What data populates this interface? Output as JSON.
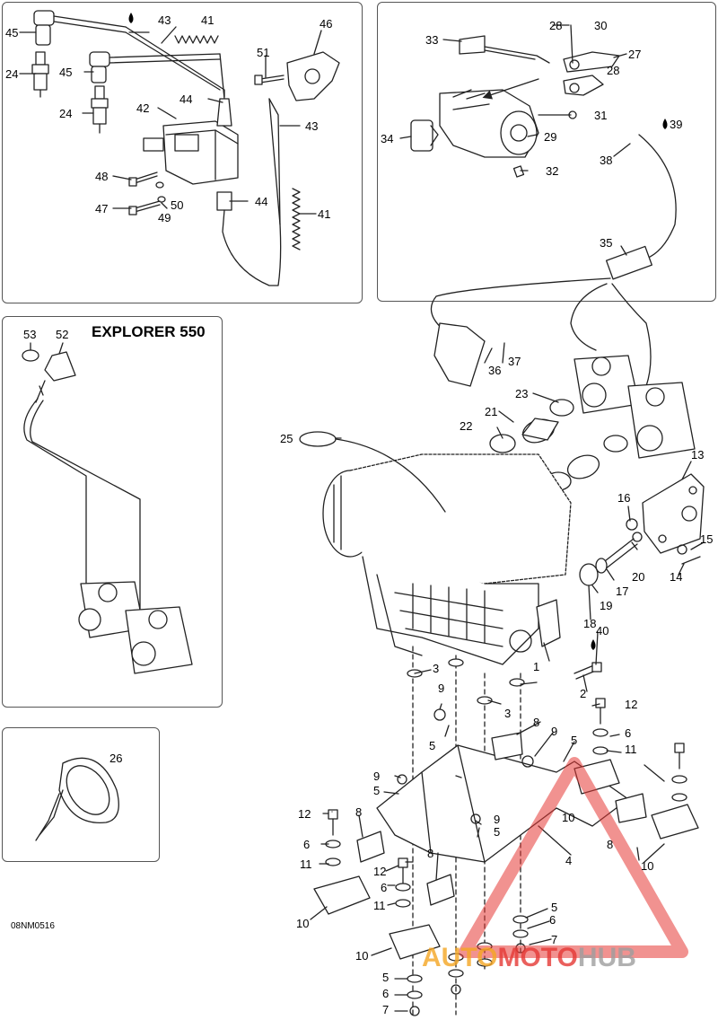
{
  "panels": {
    "explorer_title": "EXPLORER 550",
    "figure_code": "08NM0516"
  },
  "watermark": {
    "part1": "AUTO",
    "part2": "MOTO",
    "part3": "HUB",
    "color_orange": "#f5a623",
    "color_red": "#e53935",
    "color_gray": "#9e9e9e"
  },
  "callouts": [
    {
      "id": "c45a",
      "text": "45"
    },
    {
      "id": "c43a",
      "text": "43"
    },
    {
      "id": "c41a",
      "text": "41"
    },
    {
      "id": "c46",
      "text": "46"
    },
    {
      "id": "c24a",
      "text": "24"
    },
    {
      "id": "c45b",
      "text": "45"
    },
    {
      "id": "c51",
      "text": "51"
    },
    {
      "id": "c24b",
      "text": "24"
    },
    {
      "id": "c44a",
      "text": "44"
    },
    {
      "id": "c42",
      "text": "42"
    },
    {
      "id": "c43b",
      "text": "43"
    },
    {
      "id": "c48",
      "text": "48"
    },
    {
      "id": "c50",
      "text": "50"
    },
    {
      "id": "c47",
      "text": "47"
    },
    {
      "id": "c49",
      "text": "49"
    },
    {
      "id": "c44b",
      "text": "44"
    },
    {
      "id": "c41b",
      "text": "41"
    },
    {
      "id": "c28a",
      "text": "28"
    },
    {
      "id": "c30",
      "text": "30"
    },
    {
      "id": "c33",
      "text": "33"
    },
    {
      "id": "c27",
      "text": "27"
    },
    {
      "id": "c28b",
      "text": "28"
    },
    {
      "id": "c31",
      "text": "31"
    },
    {
      "id": "c34",
      "text": "34"
    },
    {
      "id": "c29",
      "text": "29"
    },
    {
      "id": "c39",
      "text": "39"
    },
    {
      "id": "c38",
      "text": "38"
    },
    {
      "id": "c32",
      "text": "32"
    },
    {
      "id": "c35",
      "text": "35"
    },
    {
      "id": "c53",
      "text": "53"
    },
    {
      "id": "c52",
      "text": "52"
    },
    {
      "id": "c36",
      "text": "36"
    },
    {
      "id": "c37",
      "text": "37"
    },
    {
      "id": "c23",
      "text": "23"
    },
    {
      "id": "c21",
      "text": "21"
    },
    {
      "id": "c22",
      "text": "22"
    },
    {
      "id": "c25",
      "text": "25"
    },
    {
      "id": "c13",
      "text": "13"
    },
    {
      "id": "c16",
      "text": "16"
    },
    {
      "id": "c15",
      "text": "15"
    },
    {
      "id": "c20",
      "text": "20"
    },
    {
      "id": "c14",
      "text": "14"
    },
    {
      "id": "c17",
      "text": "17"
    },
    {
      "id": "c19",
      "text": "19"
    },
    {
      "id": "c18",
      "text": "18"
    },
    {
      "id": "c40",
      "text": "40"
    },
    {
      "id": "c1",
      "text": "1"
    },
    {
      "id": "c3a",
      "text": "3"
    },
    {
      "id": "c2",
      "text": "2"
    },
    {
      "id": "c3b",
      "text": "3"
    },
    {
      "id": "c9a",
      "text": "9"
    },
    {
      "id": "c12a",
      "text": "12"
    },
    {
      "id": "c8a",
      "text": "8"
    },
    {
      "id": "c9b",
      "text": "9"
    },
    {
      "id": "c6a",
      "text": "6"
    },
    {
      "id": "c5a",
      "text": "5"
    },
    {
      "id": "c5b",
      "text": "5"
    },
    {
      "id": "c11a",
      "text": "11"
    },
    {
      "id": "c26",
      "text": "26"
    },
    {
      "id": "c9c",
      "text": "9"
    },
    {
      "id": "c5c",
      "text": "5"
    },
    {
      "id": "c12b",
      "text": "12"
    },
    {
      "id": "c8b",
      "text": "8"
    },
    {
      "id": "c9d",
      "text": "9"
    },
    {
      "id": "c10a",
      "text": "10"
    },
    {
      "id": "c5d",
      "text": "5"
    },
    {
      "id": "c8c",
      "text": "8"
    },
    {
      "id": "c6b",
      "text": "6"
    },
    {
      "id": "c11b",
      "text": "11"
    },
    {
      "id": "c4",
      "text": "4"
    },
    {
      "id": "c10b",
      "text": "10"
    },
    {
      "id": "c12c",
      "text": "12"
    },
    {
      "id": "c8d",
      "text": "8"
    },
    {
      "id": "c6c",
      "text": "6"
    },
    {
      "id": "c11c",
      "text": "11"
    },
    {
      "id": "c10c",
      "text": "10"
    },
    {
      "id": "c5e",
      "text": "5"
    },
    {
      "id": "c6d",
      "text": "6"
    },
    {
      "id": "c10d",
      "text": "10"
    },
    {
      "id": "c7a",
      "text": "7"
    },
    {
      "id": "c5f",
      "text": "5"
    },
    {
      "id": "c6e",
      "text": "6"
    },
    {
      "id": "c7b",
      "text": "7"
    }
  ]
}
